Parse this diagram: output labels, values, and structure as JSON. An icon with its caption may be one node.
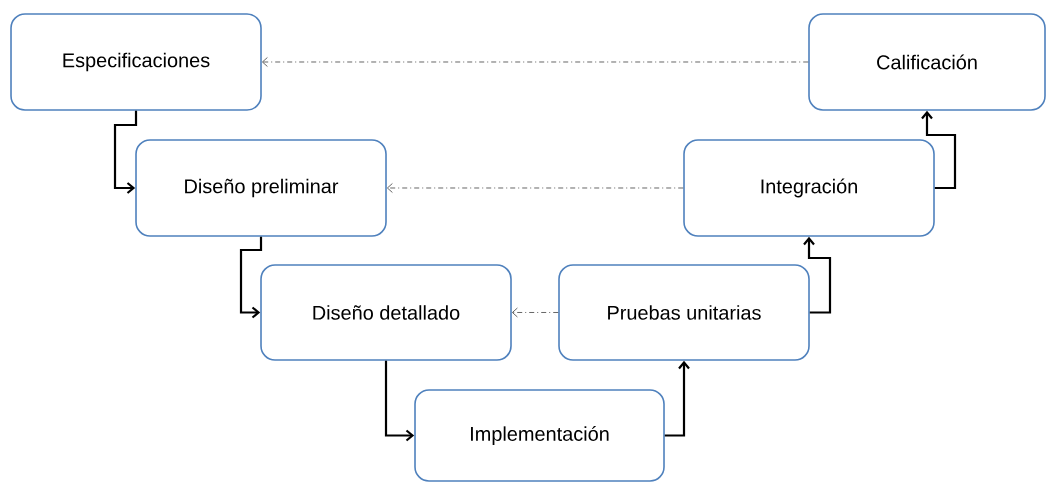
{
  "diagram": {
    "nodes": [
      {
        "text": [
          "Especificaciones"
        ]
      },
      {
        "text": [
          "Diseño preliminar"
        ]
      },
      {
        "text": [
          "Diseño detallado"
        ]
      },
      {
        "text": [
          "Implementación"
        ]
      },
      {
        "text": [
          "Pruebas unitarias"
        ]
      },
      {
        "text": [
          "Integración"
        ]
      },
      {
        "text": [
          "Calificación"
        ]
      }
    ],
    "edges": [
      {
        "from": 0,
        "to": 1,
        "arrow": "to"
      },
      {
        "from": 1,
        "to": 2,
        "arrow": "to"
      },
      {
        "from": 2,
        "to": 3,
        "arrow": "to"
      },
      {
        "from": 3,
        "to": 4,
        "arrow": "to"
      },
      {
        "from": 4,
        "to": 5,
        "arrow": "to"
      },
      {
        "from": 5,
        "to": 6,
        "arrow": "to"
      },
      {
        "from": 6,
        "to": 0,
        "arrow": "to",
        "style": "dashed"
      },
      {
        "from": 5,
        "to": 1,
        "arrow": "to",
        "style": "dashed"
      },
      {
        "from": 4,
        "to": 2,
        "arrow": "to",
        "style": "dashed"
      }
    ]
  }
}
